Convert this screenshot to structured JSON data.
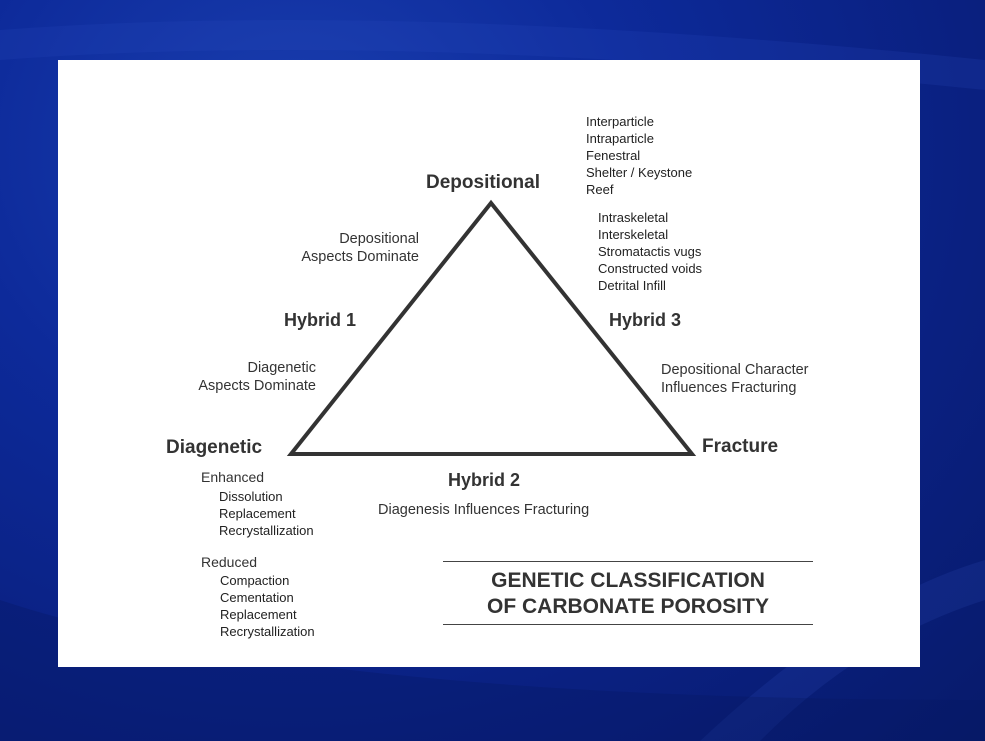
{
  "vertices": {
    "depositional": "Depositional",
    "diagenetic": "Diagenetic",
    "fracture": "Fracture"
  },
  "hybrids": {
    "hybrid1": "Hybrid 1",
    "hybrid2": "Hybrid 2",
    "hybrid3": "Hybrid 3"
  },
  "notes": {
    "depositional_dominate": [
      "Depositional",
      "Aspects Dominate"
    ],
    "diagenetic_dominate": [
      "Diagenetic",
      "Aspects Dominate"
    ],
    "depositional_character": [
      "Depositional Character",
      "Influences Fracturing"
    ],
    "diagenesis_influences": "Diagenesis Influences Fracturing"
  },
  "depositional_types_a": [
    "Interparticle",
    "Intraparticle",
    "Fenestral",
    "Shelter / Keystone",
    "Reef"
  ],
  "depositional_types_b": [
    "Intraskeletal",
    "Interskeletal",
    "Stromatactis vugs",
    "Constructed voids",
    "Detrital Infill"
  ],
  "diagenetic_enhanced": {
    "label": "Enhanced",
    "items": [
      "Dissolution",
      "Replacement",
      "Recrystallization"
    ]
  },
  "diagenetic_reduced": {
    "label": "Reduced",
    "items": [
      "Compaction",
      "Cementation",
      "Replacement",
      "Recrystallization"
    ]
  },
  "title": [
    "GENETIC CLASSIFICATION",
    "OF CARBONATE POROSITY"
  ],
  "colors": {
    "background": "#0d2a9a",
    "panel": "#ffffff",
    "text": "#333333"
  }
}
